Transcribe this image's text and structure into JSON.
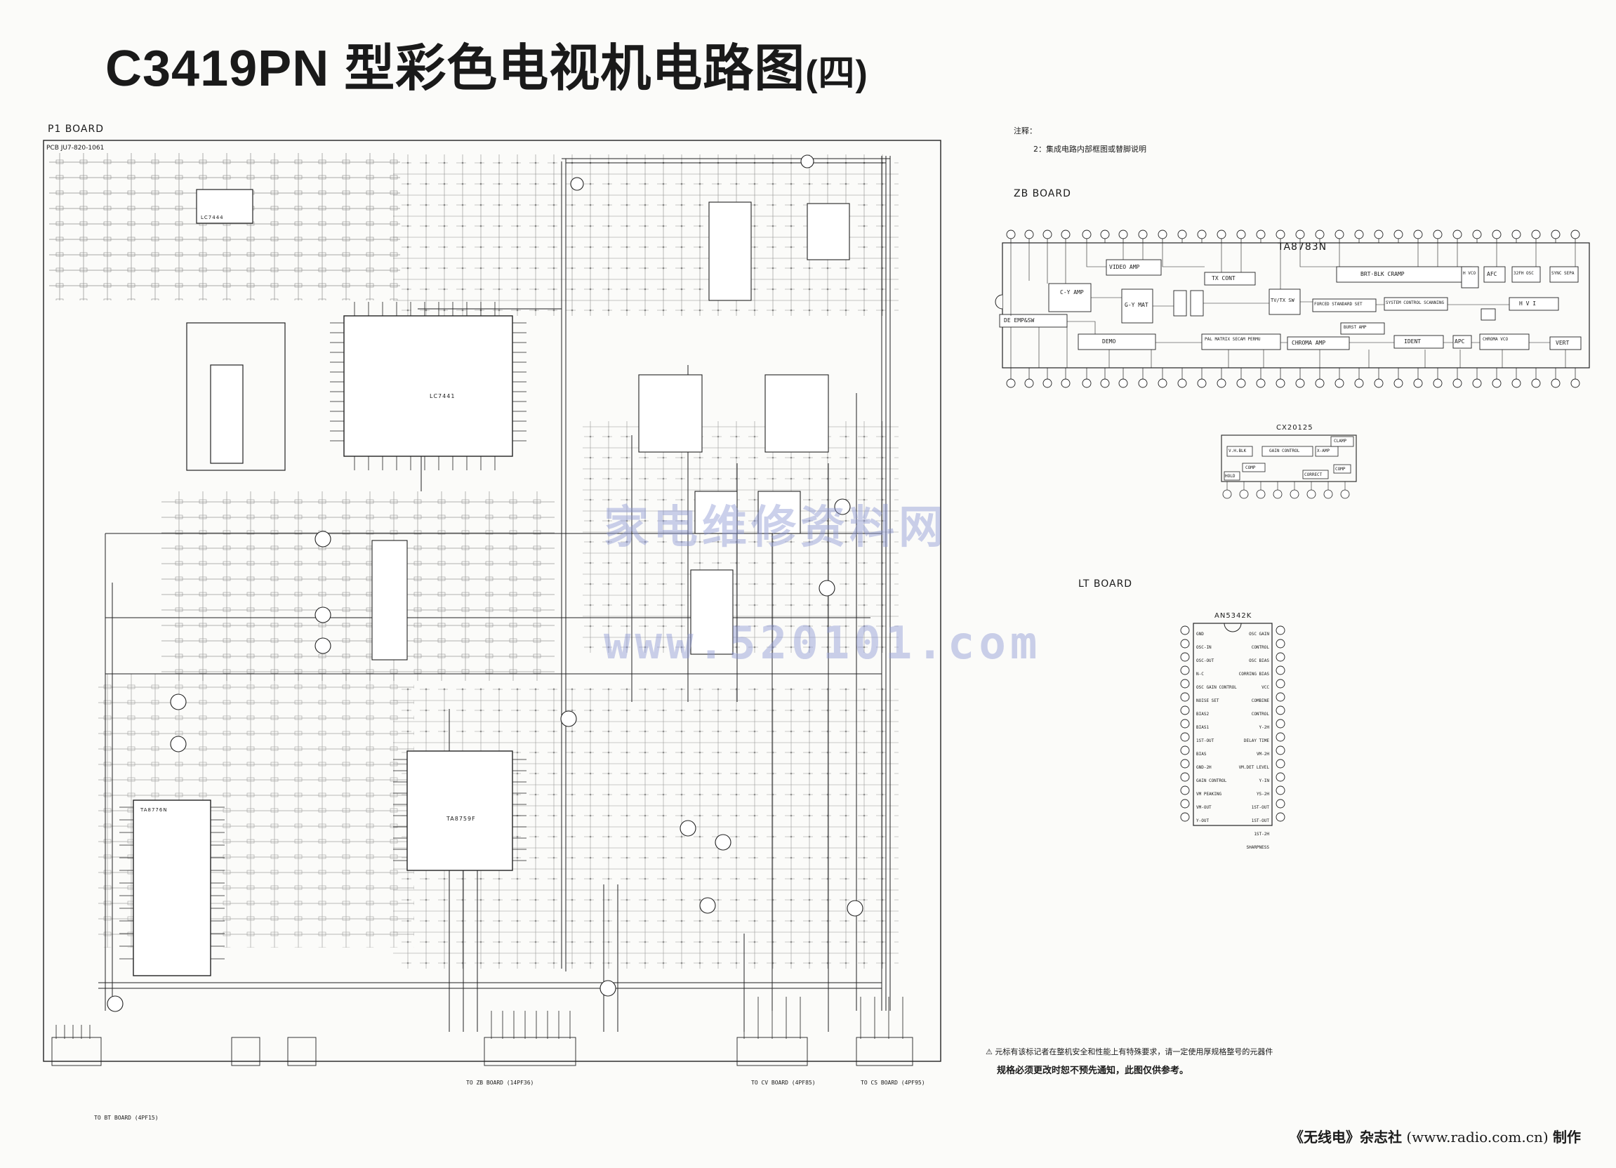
{
  "title": {
    "main": "C3419PN 型彩色电视机电路图",
    "suffix": "(四)"
  },
  "boards": {
    "p1": "P1 BOARD",
    "p1_pcb": "PCB JU7-820-1061",
    "zb": "ZB BOARD",
    "lt": "LT BOARD"
  },
  "notes": {
    "heading": "注释：",
    "item2": "2：集成电路内部框图或替脚说明"
  },
  "ic_names": {
    "ta8783n": "TA8783N",
    "cx20125": "CX20125",
    "an5342k": "AN5342K",
    "lc7444": "LC7444",
    "lc7441": "LC7441",
    "ta8759f": "TA8759F",
    "ta8776n": "TA8776N"
  },
  "ta8783n_blocks": [
    "VIDEO AMP",
    "BRT·BLK CRAMP",
    "TX CONT",
    "C-Y AMP",
    "G-Y MAT",
    "TV/TX SW",
    "FORCED STANDARD SET",
    "SYSTEM CONTROL SCANNING",
    "H VCO",
    "AFC",
    "32FH OSC",
    "SYNC SEPA",
    "H V I",
    "DE EMP&SW",
    "DEMO",
    "PAL MATRIX SECAM PERMU",
    "CHROMA AMP",
    "BURST AMP",
    "IDENT",
    "APC",
    "CHROMA VCO",
    "VERT"
  ],
  "cx20125_blocks": [
    "V.H.BLK",
    "GAIN CONTROL",
    "X-AMP",
    "CLAMP",
    "HOLD",
    "COMP",
    "CORRECT",
    "COMP"
  ],
  "an5342k_left": [
    "GND",
    "OSC-IN",
    "OSC-OUT",
    "N-C",
    "OSC GAIN CONTROL",
    "NOISE SET",
    "BIAS2",
    "BIAS1",
    "1ST-OUT",
    "BIAS",
    "GND-2H",
    "GAIN CONTROL",
    "VM PEAKING",
    "VM-OUT",
    "Y-OUT"
  ],
  "an5342k_right": [
    "OSC GAIN CONTROL",
    "OSC BIAS",
    "CORRING BIAS",
    "VCC",
    "COMBINE CONTROL",
    "Y-2H",
    "DELAY TIME",
    "VM-2H",
    "VM.DET LEVEL",
    "Y-IN",
    "YS-2H",
    "1ST-OUT",
    "1ST-OUT",
    "1ST-2H",
    "SHARPNESS"
  ],
  "connectors": {
    "bt": "TO BT BOARD (4PF15)",
    "zb": "TO ZB BOARD (14PF36)",
    "cv": "TO CV BOARD (4PF85)",
    "cs": "TO CS BOARD (4PF95)"
  },
  "watermark": {
    "cn": "家电维修资料网",
    "url": "www.520101.com"
  },
  "warning": {
    "line1": "⚠ 元标有该标记者在整机安全和性能上有特殊要求，请一定使用厚规格整号的元器件",
    "line2": "规格必须更改时恕不预先通知，此图仅供参考。"
  },
  "credit": {
    "left": "《无线电》杂志社",
    "url": "(www.radio.com.cn)",
    "right": "制作"
  }
}
